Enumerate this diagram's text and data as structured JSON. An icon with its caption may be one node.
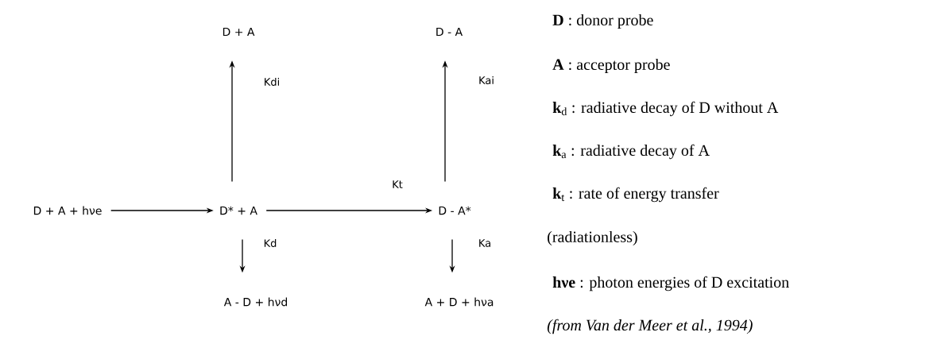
{
  "diagram": {
    "nodes": [
      {
        "text": [
          "D + A + hνe"
        ]
      },
      {
        "text": [
          "D* + A"
        ]
      },
      {
        "text": [
          "D + A"
        ]
      },
      {
        "text": [
          "D - A*"
        ]
      },
      {
        "text": [
          "D - A"
        ]
      },
      {
        "text": [
          "A - D + hνd"
        ]
      },
      {
        "text": [
          "A + D + hνa"
        ]
      }
    ],
    "edges": [
      {
        "from": 0,
        "to": 1,
        "arrow": "to"
      },
      {
        "from": 1,
        "to": 2,
        "arrow": "to",
        "label": "Kdi"
      },
      {
        "from": 1,
        "to": 3,
        "arrow": "to",
        "label": "Kt"
      },
      {
        "from": 3,
        "to": 4,
        "arrow": "to",
        "label": "Kai"
      },
      {
        "from": 1,
        "to": 5,
        "arrow": "to",
        "label": "Kd"
      },
      {
        "from": 3,
        "to": 6,
        "arrow": "to",
        "label": "Ka"
      }
    ],
    "labels": [
      "**D** : donor probe",
      "**A** : acceptor probe",
      "**k**$_{d}$ : radiative decay of D without A",
      "**k**$_{a}$ : radiative decay of A",
      "**k**$_{t}$ : rate of energy transfer",
      "(radiationless)",
      "**hνe** : photon energies of D excitation",
      "(from Van der Meer et al., 1994)"
    ]
  }
}
